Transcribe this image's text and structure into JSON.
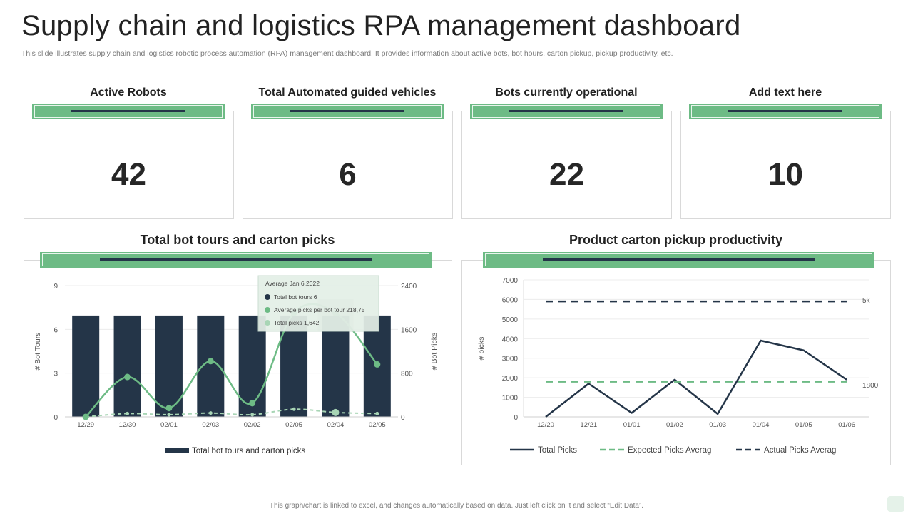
{
  "header": {
    "title": "Supply chain and logistics RPA management dashboard",
    "subtitle": "This slide illustrates supply chain and logistics robotic process automation (RPA) management dashboard. It provides information about active bots, bot hours, carton pickup, pickup productivity, etc."
  },
  "kpis": [
    {
      "label": "Active Robots",
      "value": "42"
    },
    {
      "label": "Total Automated guided vehicles",
      "value": "6"
    },
    {
      "label": "Bots currently operational",
      "value": "22"
    },
    {
      "label": "Add text here",
      "value": "10"
    }
  ],
  "colors": {
    "accent_green": "#6dbb85",
    "navy": "#243548",
    "light_green": "#a8d5b5"
  },
  "footer": "This graph/chart is linked to excel, and changes automatically based on data. Just left click on it and select “Edit Data”.",
  "chart_data": [
    {
      "type": "bar",
      "title": "Total bot tours and carton picks",
      "categories": [
        "12/29",
        "12/30",
        "02/01",
        "02/03",
        "02/02",
        "02/05",
        "02/04",
        "02/05"
      ],
      "y_left": {
        "label": "# Bot Tours",
        "ticks": [
          "0",
          "3",
          "6",
          "9"
        ],
        "range": [
          0,
          9
        ]
      },
      "y_right": {
        "label": "# Bot Picks",
        "ticks": [
          "0",
          "800",
          "1600",
          "2400"
        ],
        "range": [
          0,
          2400
        ]
      },
      "series": [
        {
          "name": "Total bot tours and carton picks",
          "kind": "bar",
          "axis": "left",
          "values": [
            6.95,
            6.95,
            6.95,
            6.95,
            6.95,
            6.95,
            6.95,
            6.95
          ]
        },
        {
          "kind": "smooth-line",
          "axis": "right",
          "values": [
            0,
            730,
            160,
            1020,
            250,
            1900,
            1900,
            960
          ]
        },
        {
          "kind": "dashed-line",
          "axis": "right",
          "values": [
            0,
            60,
            40,
            70,
            40,
            140,
            80,
            60
          ]
        }
      ],
      "tooltip": {
        "title": "Average Jan 6,2022",
        "items": [
          "Total bot tours 6",
          "Average picks per bot tour 218,75",
          "Total picks 1,642"
        ]
      },
      "legend": {
        "position": "bottom",
        "label": "Total bot tours and carton picks"
      }
    },
    {
      "type": "line",
      "title": "Product carton pickup productivity",
      "categories": [
        "12/20",
        "12/21",
        "01/01",
        "01/02",
        "01/03",
        "01/04",
        "01/05",
        "01/06"
      ],
      "y": {
        "label": "# picks",
        "ticks": [
          "0",
          "1000",
          "2000",
          "3000",
          "4000",
          "5000",
          "6000",
          "7000"
        ],
        "range": [
          0,
          7000
        ]
      },
      "series": [
        {
          "name": "Total Picks",
          "style": "solid",
          "values": [
            0,
            1700,
            200,
            1900,
            150,
            3900,
            3400,
            1900
          ]
        },
        {
          "name": "Expected Picks Averag",
          "style": "dashed",
          "values": [
            1800,
            1800,
            1800,
            1800,
            1800,
            1800,
            1800,
            1800
          ]
        },
        {
          "name": "Actual Picks Averag",
          "style": "dashed",
          "values": [
            5900,
            5900,
            5900,
            5900,
            5900,
            5900,
            5900,
            5900
          ]
        }
      ],
      "annotations": [
        "5k",
        "1800"
      ],
      "legend": {
        "position": "bottom"
      }
    }
  ]
}
